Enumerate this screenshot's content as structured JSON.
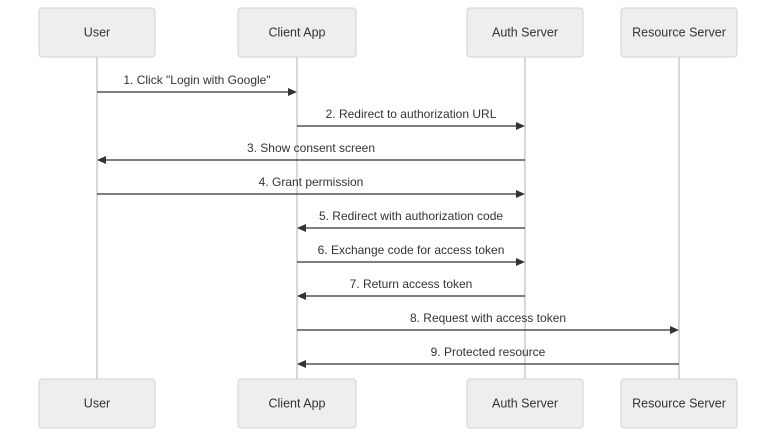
{
  "participants": [
    {
      "id": "user",
      "label": "User"
    },
    {
      "id": "client",
      "label": "Client App"
    },
    {
      "id": "auth",
      "label": "Auth Server"
    },
    {
      "id": "resource",
      "label": "Resource Server"
    }
  ],
  "messages": [
    {
      "from": "user",
      "to": "client",
      "label": "1. Click \"Login with Google\""
    },
    {
      "from": "client",
      "to": "auth",
      "label": "2. Redirect to authorization URL"
    },
    {
      "from": "auth",
      "to": "user",
      "label": "3. Show consent screen"
    },
    {
      "from": "user",
      "to": "auth",
      "label": "4. Grant permission"
    },
    {
      "from": "auth",
      "to": "client",
      "label": "5. Redirect with authorization code"
    },
    {
      "from": "client",
      "to": "auth",
      "label": "6. Exchange code for access token"
    },
    {
      "from": "auth",
      "to": "client",
      "label": "7. Return access token"
    },
    {
      "from": "client",
      "to": "resource",
      "label": "8. Request with access token"
    },
    {
      "from": "resource",
      "to": "client",
      "label": "9. Protected resource"
    }
  ]
}
